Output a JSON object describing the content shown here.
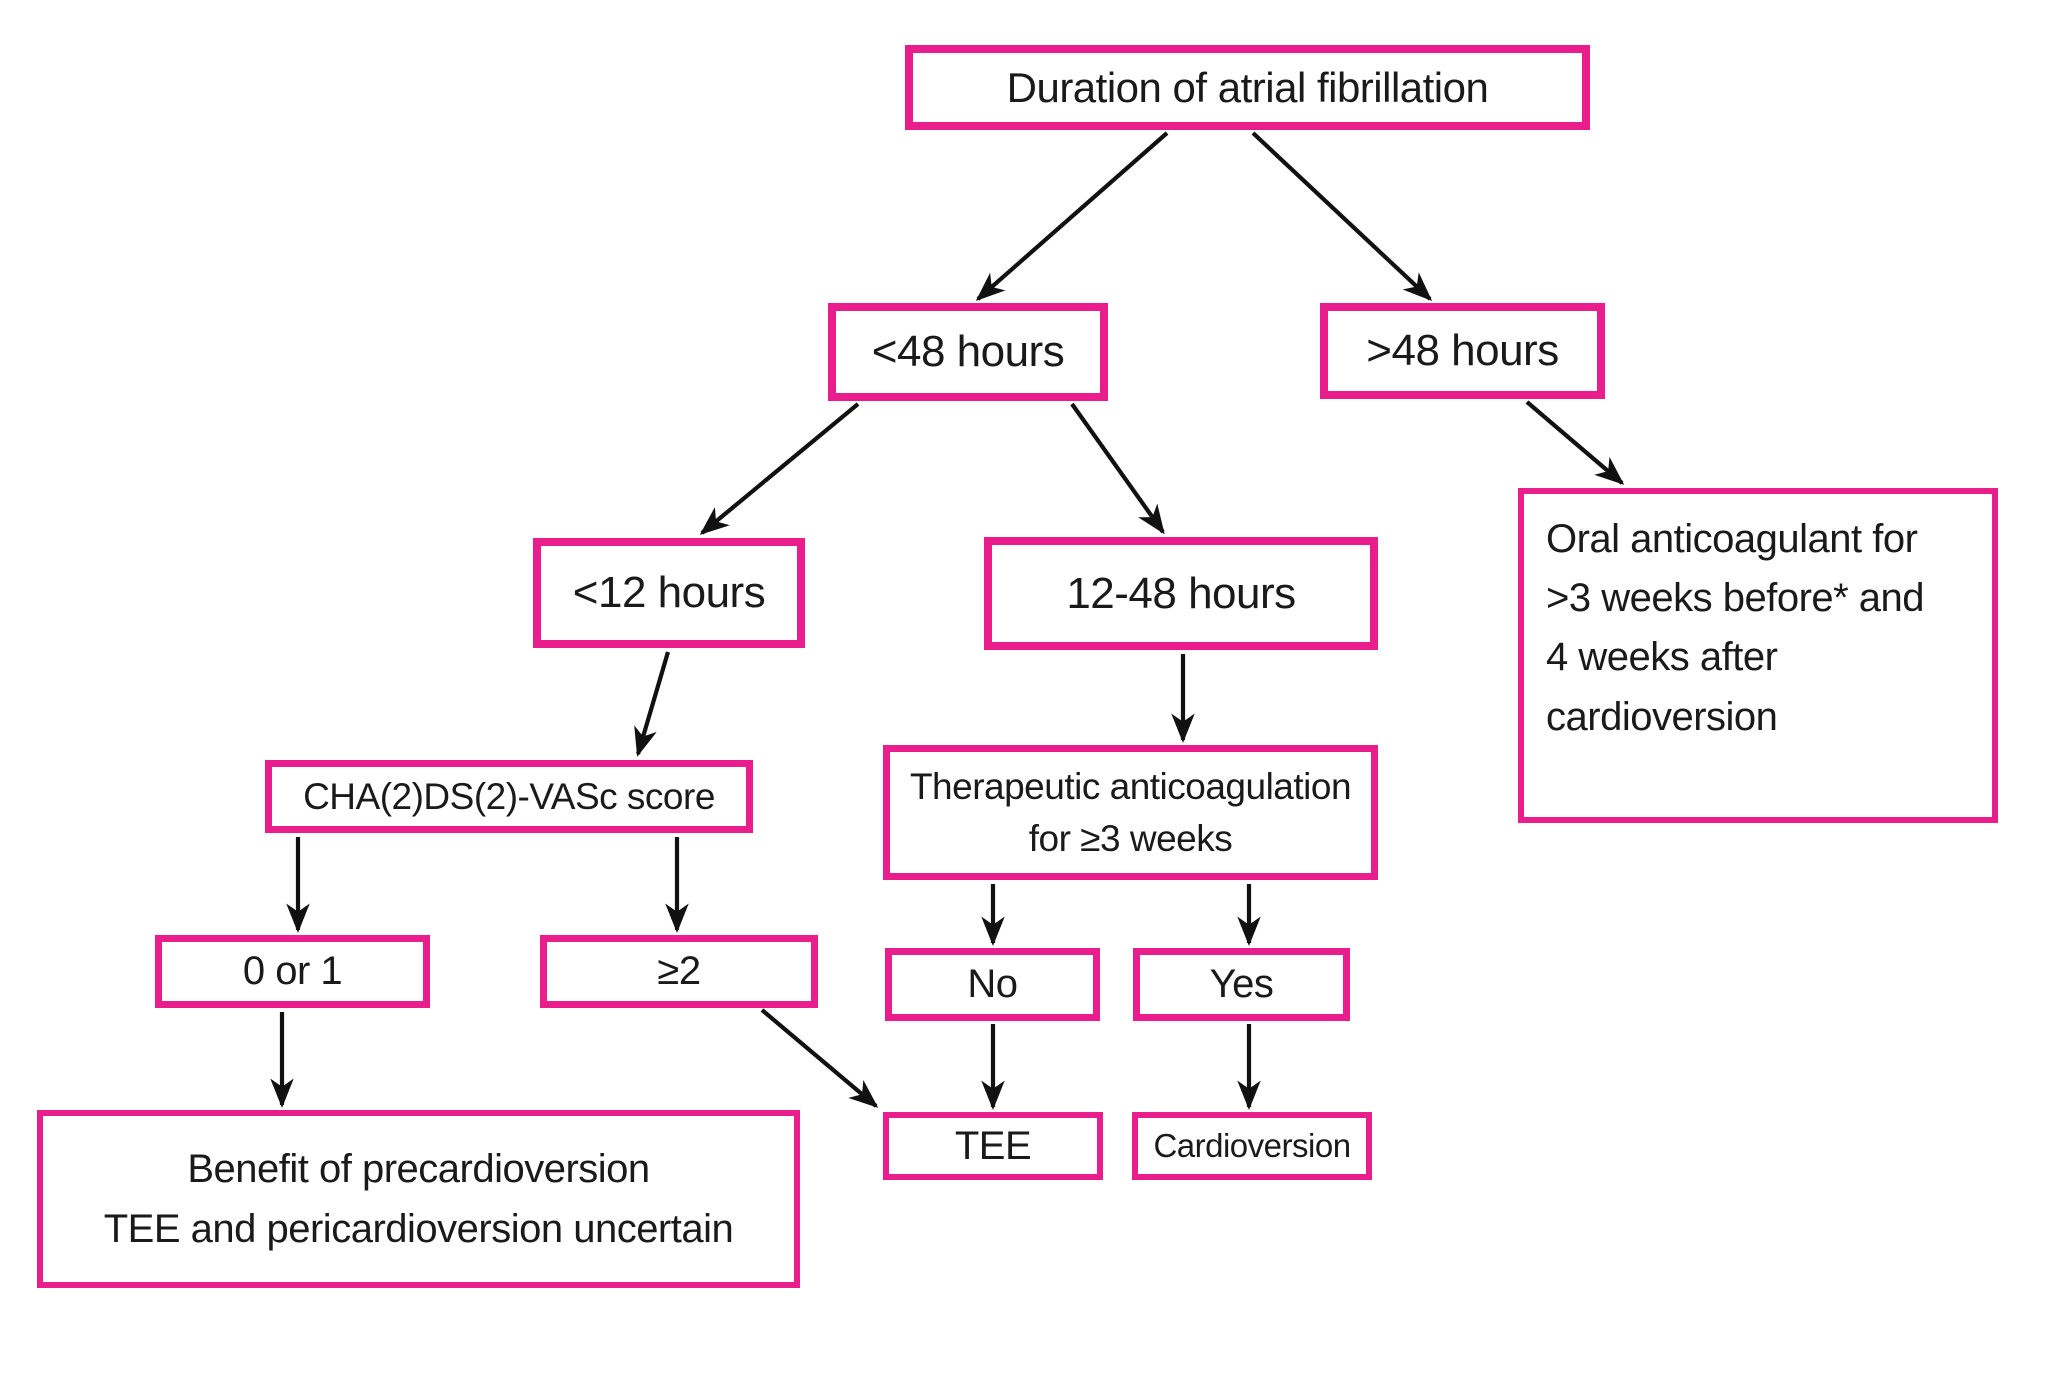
{
  "diagram": {
    "kind": "flowchart",
    "topic": "Cardioversion strategy by duration of atrial fibrillation",
    "nodes": {
      "duration": {
        "lines": [
          "Duration of atrial fibrillation"
        ]
      },
      "lt48": {
        "lines": [
          "<48 hours"
        ]
      },
      "gt48": {
        "lines": [
          ">48 hours"
        ]
      },
      "oral": {
        "lines": [
          "Oral anticoagulant for",
          ">3 weeks before* and",
          "4 weeks after",
          "cardioversion"
        ]
      },
      "lt12": {
        "lines": [
          "<12 hours"
        ]
      },
      "h1248": {
        "lines": [
          "12-48 hours"
        ]
      },
      "cha": {
        "lines": [
          "CHA(2)DS(2)-VASc score"
        ]
      },
      "thera": {
        "lines": [
          "Therapeutic anticoagulation",
          "for ≥3 weeks"
        ]
      },
      "zero1": {
        "lines": [
          "0 or 1"
        ]
      },
      "ge2": {
        "lines": [
          "≥2"
        ]
      },
      "no": {
        "lines": [
          "No"
        ]
      },
      "yes": {
        "lines": [
          "Yes"
        ]
      },
      "tee": {
        "lines": [
          "TEE"
        ]
      },
      "cardio": {
        "lines": [
          "Cardioversion"
        ]
      },
      "benefit": {
        "lines": [
          "Benefit of precardioversion",
          "TEE and pericardioversion uncertain"
        ]
      }
    },
    "edges": [
      {
        "from": "duration",
        "to": "lt48"
      },
      {
        "from": "duration",
        "to": "gt48"
      },
      {
        "from": "gt48",
        "to": "oral"
      },
      {
        "from": "lt48",
        "to": "lt12"
      },
      {
        "from": "lt48",
        "to": "h1248"
      },
      {
        "from": "lt12",
        "to": "cha"
      },
      {
        "from": "h1248",
        "to": "thera"
      },
      {
        "from": "cha",
        "to": "zero1"
      },
      {
        "from": "cha",
        "to": "ge2"
      },
      {
        "from": "thera",
        "to": "no"
      },
      {
        "from": "thera",
        "to": "yes"
      },
      {
        "from": "no",
        "to": "tee"
      },
      {
        "from": "yes",
        "to": "cardio"
      },
      {
        "from": "zero1",
        "to": "benefit"
      },
      {
        "from": "ge2",
        "to": "tee"
      }
    ]
  },
  "colors": {
    "box_border": "#ea1d8d",
    "arrow": "#111111",
    "text": "#1a1a1a",
    "background": "#ffffff"
  }
}
